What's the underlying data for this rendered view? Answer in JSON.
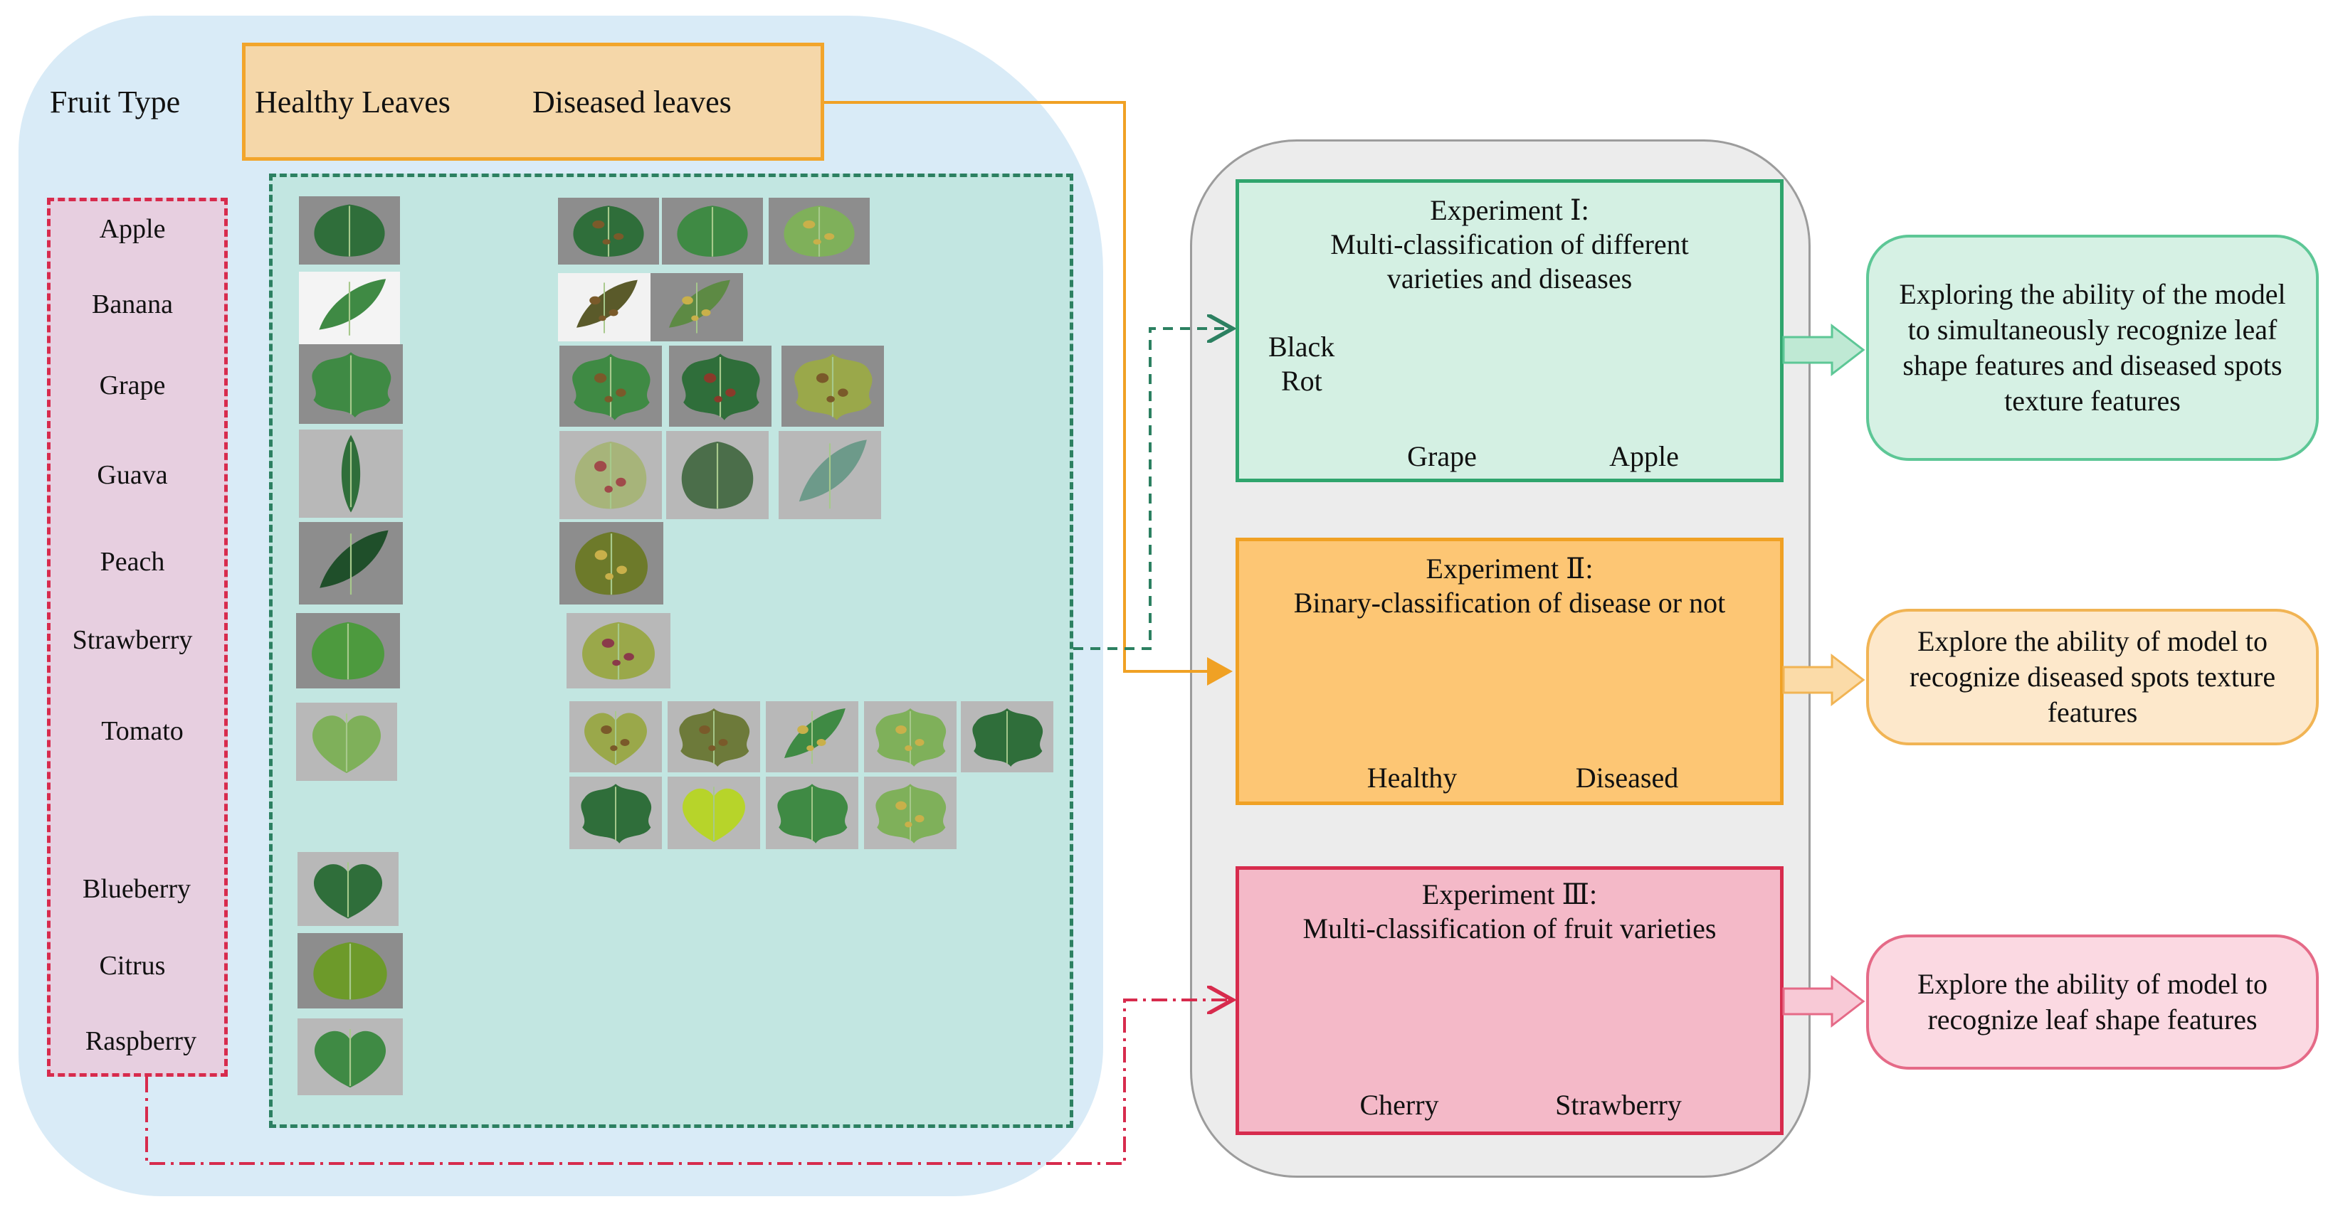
{
  "header": {
    "fruit_type": "Fruit Type",
    "healthy": "Healthy Leaves",
    "diseased": "Diseased leaves"
  },
  "fruits": [
    {
      "name": "Apple",
      "healthy": 1,
      "diseased": 3
    },
    {
      "name": "Banana",
      "healthy": 1,
      "diseased": 2
    },
    {
      "name": "Grape",
      "healthy": 1,
      "diseased": 3
    },
    {
      "name": "Guava",
      "healthy": 1,
      "diseased": 3
    },
    {
      "name": "Peach",
      "healthy": 1,
      "diseased": 1
    },
    {
      "name": "Strawberry",
      "healthy": 1,
      "diseased": 1
    },
    {
      "name": "Tomato",
      "healthy": 1,
      "diseased": 9
    },
    {
      "name": "Blueberry",
      "healthy": 1,
      "diseased": 0
    },
    {
      "name": "Citrus",
      "healthy": 1,
      "diseased": 0
    },
    {
      "name": "Raspberry",
      "healthy": 1,
      "diseased": 0
    }
  ],
  "experiments": [
    {
      "title_line1": "Experiment Ⅰ:",
      "title_line2": "Multi-classification of different",
      "title_line3": "varieties and diseases",
      "side_label_line1": "Black",
      "side_label_line2": "Rot",
      "captions": [
        "Grape",
        "Apple"
      ],
      "result": "Exploring the ability of the model to simultaneously recognize leaf shape features and diseased spots texture features",
      "color": "#2fa56d"
    },
    {
      "title_line1": "Experiment Ⅱ:",
      "title_line2": "Binary-classification of disease or not",
      "captions": [
        "Healthy",
        "Diseased"
      ],
      "result": "Explore the ability of model to recognize diseased spots texture features",
      "color": "#f0a124"
    },
    {
      "title_line1": "Experiment Ⅲ:",
      "title_line2": "Multi-classification of fruit varieties",
      "captions": [
        "Cherry",
        "Strawberry"
      ],
      "result": "Explore the ability of model to recognize leaf shape features",
      "color": "#d72b4d"
    }
  ],
  "icons": [
    "leaf-photo-icon",
    "arrow-right-icon"
  ]
}
